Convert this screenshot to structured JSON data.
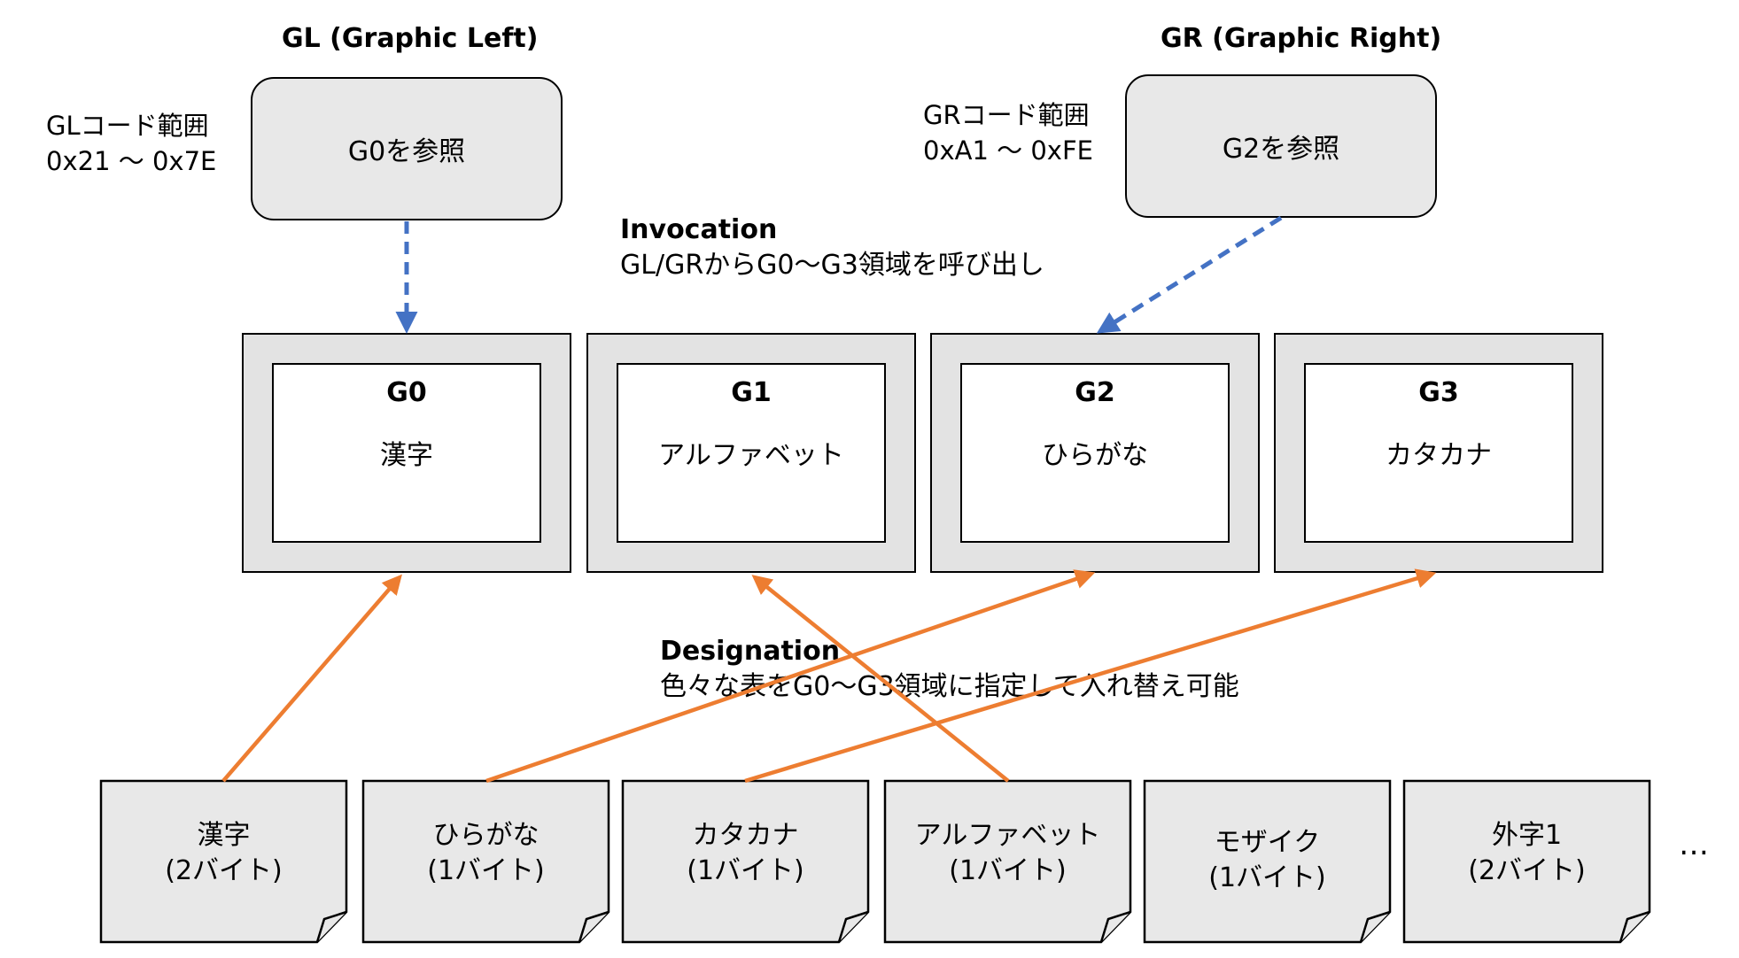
{
  "gl": {
    "title": "GL (Graphic Left)",
    "range": "GLコード範囲\n0x21 〜 0x7E",
    "box": "G0を参照"
  },
  "gr": {
    "title": "GR (Graphic Right)",
    "range": "GRコード範囲\n0xA1 〜 0xFE",
    "box": "G2を参照"
  },
  "invocation": {
    "heading": "Invocation",
    "text": "GL/GRからG0〜G3領域を呼び出し"
  },
  "designation": {
    "heading": "Designation",
    "text": "色々な表をG0〜G3領域に指定して入れ替え可能"
  },
  "gsets": [
    {
      "label": "G0",
      "content": "漢字"
    },
    {
      "label": "G1",
      "content": "アルファベット"
    },
    {
      "label": "G2",
      "content": "ひらがな"
    },
    {
      "label": "G3",
      "content": "カタカナ"
    }
  ],
  "tables": [
    {
      "text": "漢字\n(2バイト)"
    },
    {
      "text": "ひらがな\n(1バイト)"
    },
    {
      "text": "カタカナ\n(1バイト)"
    },
    {
      "text": "アルファベット\n(1バイト)"
    },
    {
      "text": "モザイク\n(1バイト)"
    },
    {
      "text": "外字1\n(2バイト)"
    }
  ],
  "more": "…",
  "colors": {
    "invocation_arrow": "#4472c4",
    "designation_arrow": "#ed7d31",
    "fill": "#e8e8e8"
  }
}
